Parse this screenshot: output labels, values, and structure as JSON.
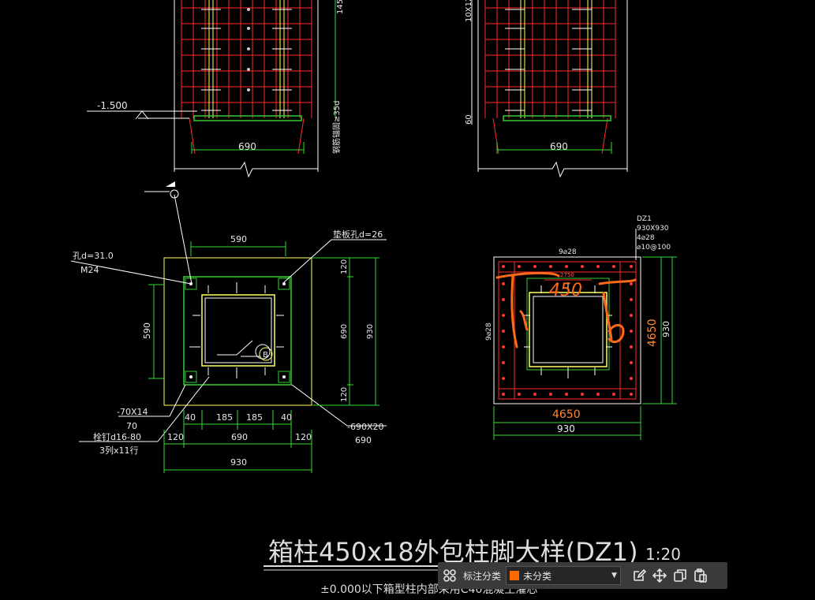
{
  "drawing": {
    "title": "箱柱450x18外包柱脚大样(DZ1)",
    "scale": "1:20",
    "subtitle": "±0.000以下箱型柱内部采用C40混凝土灌芯",
    "elev_label": "-1.500",
    "dim_690_a": "690",
    "dim_690_b": "690",
    "vertical_note": "钢筋锚固≥35d",
    "dim_60": "60",
    "dim_10x12": "10X12",
    "dim_145": "145",
    "plan_left": {
      "hole_label": "孔d=31.0",
      "bolt_label": "M24",
      "washer_label": "垫板孔d=26",
      "top_dim": "590",
      "left_dim": "590",
      "r120_top": "120",
      "r690": "690",
      "r120_bot": "120",
      "r930": "930",
      "b40a": "40",
      "b185a": "185",
      "b185b": "185",
      "b40b": "40",
      "b120a": "120",
      "b690": "690",
      "b120b": "120",
      "b930": "930",
      "plate1": "-70X14",
      "plate1b": "70",
      "stud1": "栓钉d16-80",
      "stud2": "3列x11行",
      "plate2": "-690X20",
      "plate2b": "690",
      "circle_B": "B"
    },
    "plan_right": {
      "tag1": "DZ1",
      "tag2": "930X930",
      "tag3": "4⌀28",
      "tag4": "⌀10@100",
      "top_bars": "9⌀28",
      "left_bars": "9⌀28",
      "inner_dim": "2750",
      "dim_4650_r": "4650",
      "dim_930_r": "930",
      "dim_4650_b": "4650",
      "dim_930_b": "930",
      "hand_450": "450"
    }
  },
  "toolbar": {
    "label": "标注分类",
    "select_value": "未分类",
    "select_color": "#ff6a00",
    "icons": [
      "grid-icon",
      "edit-icon",
      "move-icon",
      "copy-icon",
      "paste-icon"
    ]
  }
}
